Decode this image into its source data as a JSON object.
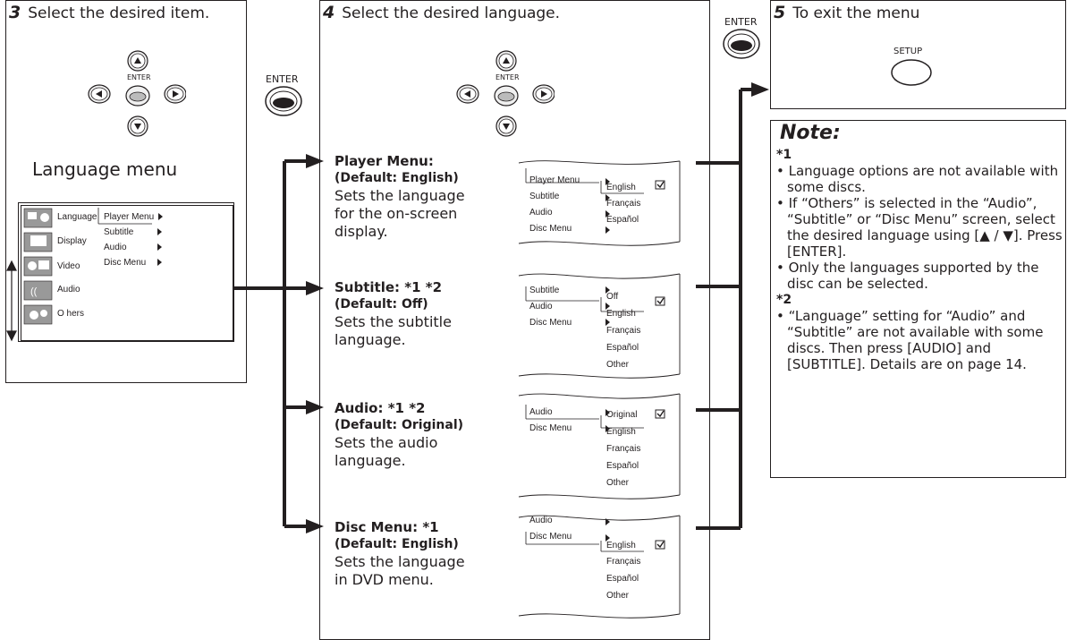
{
  "step3": {
    "number": "3",
    "title": "Select the desired item.",
    "dpad_enter_label": "ENTER",
    "menu_heading": "Language menu",
    "menu_categories": [
      "Language",
      "Display",
      "Video",
      "Audio",
      "O hers"
    ],
    "menu_items": [
      "Player Menu",
      "Subtitle",
      "Audio",
      "Disc Menu"
    ]
  },
  "enter_button_label": "ENTER",
  "step4": {
    "number": "4",
    "title": "Select the desired language.",
    "dpad_enter_label": "ENTER",
    "sections": [
      {
        "heading": "Player Menu:",
        "default": "(Default: English)",
        "desc": [
          "Sets the language",
          "for the on-screen",
          "display."
        ],
        "menu_items": [
          "Player Menu",
          "Subtitle",
          "Audio",
          "Disc Menu"
        ],
        "options": [
          "English",
          "Français",
          "Español"
        ]
      },
      {
        "heading": "Subtitle: *1 *2",
        "default": "(Default: Off)",
        "desc": [
          "Sets the subtitle",
          "language."
        ],
        "menu_items": [
          "Subtitle",
          "Audio",
          "Disc Menu"
        ],
        "options": [
          "Off",
          "English",
          "Français",
          "Español",
          "Other"
        ]
      },
      {
        "heading": "Audio: *1 *2",
        "default": "(Default: Original)",
        "desc": [
          "Sets the audio",
          "language."
        ],
        "menu_items": [
          "Audio",
          "Disc Menu"
        ],
        "options": [
          "Original",
          "English",
          "Français",
          "Español",
          "Other"
        ]
      },
      {
        "heading": "Disc Menu: *1",
        "default": "(Default: English)",
        "desc": [
          "Sets the language",
          "in DVD menu."
        ],
        "menu_items": [
          "Audio",
          "Disc Menu"
        ],
        "options": [
          "English",
          "Français",
          "Español",
          "Other"
        ]
      }
    ]
  },
  "step5": {
    "enter_label": "ENTER",
    "number": "5",
    "title": "To exit the menu",
    "setup_label": "SETUP"
  },
  "note": {
    "title": "Note:",
    "star1": "*1",
    "bullets1": [
      "• Language options are not available with some discs.",
      "• If “Others” is selected in the “Audio”, “Subtitle” or “Disc Menu” screen, select the desired language using [▲ / ▼]. Press [ENTER].",
      "• Only the languages supported by the disc can be selected."
    ],
    "star2": "*2",
    "bullets2": [
      "• “Language” setting for “Audio” and “Subtitle” are not available with some discs. Then press [AUDIO] and [SUBTITLE]. Details are on page 14."
    ]
  }
}
